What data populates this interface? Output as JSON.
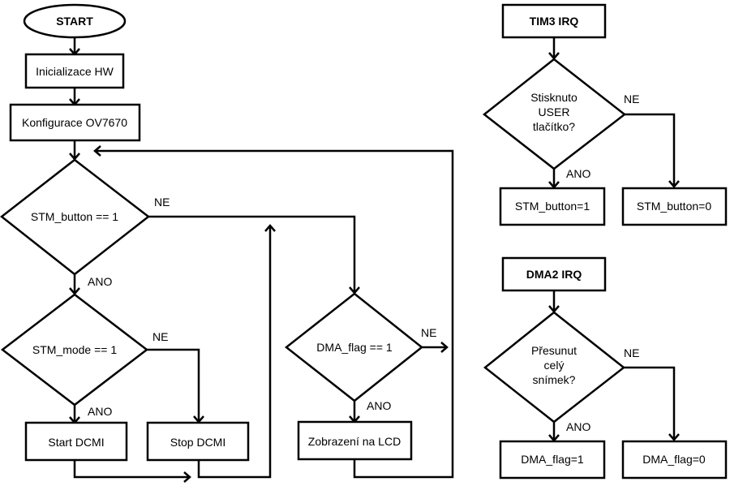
{
  "main": {
    "start": "START",
    "init_hw": "Inicializace HW",
    "config": "Konfigurace OV7670",
    "cond_button": "STM_button == 1",
    "cond_mode": "STM_mode == 1",
    "start_dcmi": "Start DCMI",
    "stop_dcmi": "Stop DCMI",
    "cond_dma": "DMA_flag == 1",
    "show_lcd": "Zobrazení na LCD",
    "lbl_button_no": "NE",
    "lbl_button_yes": "ANO",
    "lbl_mode_no": "NE",
    "lbl_mode_yes": "ANO",
    "lbl_dma_no": "NE",
    "lbl_dma_yes": "ANO"
  },
  "tim3": {
    "title": "TIM3 IRQ",
    "question": [
      "Stisknuto",
      "USER",
      "tlačítko?"
    ],
    "yes_action": "STM_button=1",
    "no_action": "STM_button=0",
    "lbl_no": "NE",
    "lbl_yes": "ANO"
  },
  "dma2": {
    "title": "DMA2 IRQ",
    "question": [
      "Přesunut",
      "celý",
      "snímek?"
    ],
    "yes_action": "DMA_flag=1",
    "no_action": "DMA_flag=0",
    "lbl_no": "NE",
    "lbl_yes": "ANO"
  }
}
